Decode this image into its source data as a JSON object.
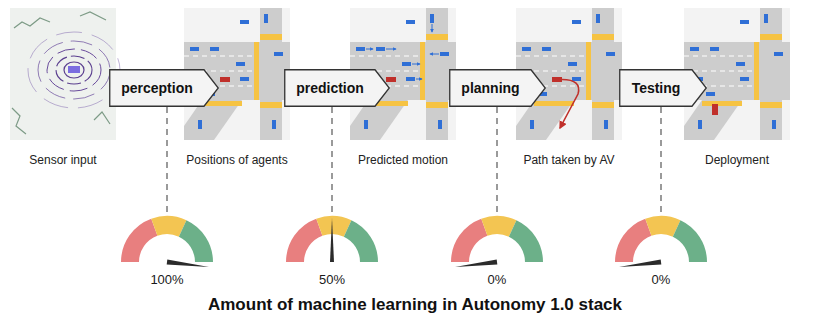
{
  "diagram": {
    "title": "Amount of machine learning in Autonomy 1.0 stack",
    "nodes": [
      {
        "text": [
          "Sensor input"
        ]
      },
      {
        "text": [
          "perception"
        ]
      },
      {
        "text": [
          "Positions of agents"
        ]
      },
      {
        "text": [
          "prediction"
        ]
      },
      {
        "text": [
          "Predicted motion"
        ]
      },
      {
        "text": [
          "planning"
        ]
      },
      {
        "text": [
          "Path taken by AV"
        ]
      },
      {
        "text": [
          "Testing"
        ]
      },
      {
        "text": [
          "Deployment"
        ]
      },
      {
        "text": [
          "100%"
        ]
      },
      {
        "text": [
          "50%"
        ]
      },
      {
        "text": [
          "0%"
        ]
      },
      {
        "text": [
          "0%"
        ]
      }
    ],
    "edges": [
      {
        "from": 1,
        "to": 9,
        "arrow": "none"
      },
      {
        "from": 3,
        "to": 10,
        "arrow": "none"
      },
      {
        "from": 5,
        "to": 11,
        "arrow": "none"
      },
      {
        "from": 7,
        "to": 12,
        "arrow": "none"
      }
    ]
  }
}
